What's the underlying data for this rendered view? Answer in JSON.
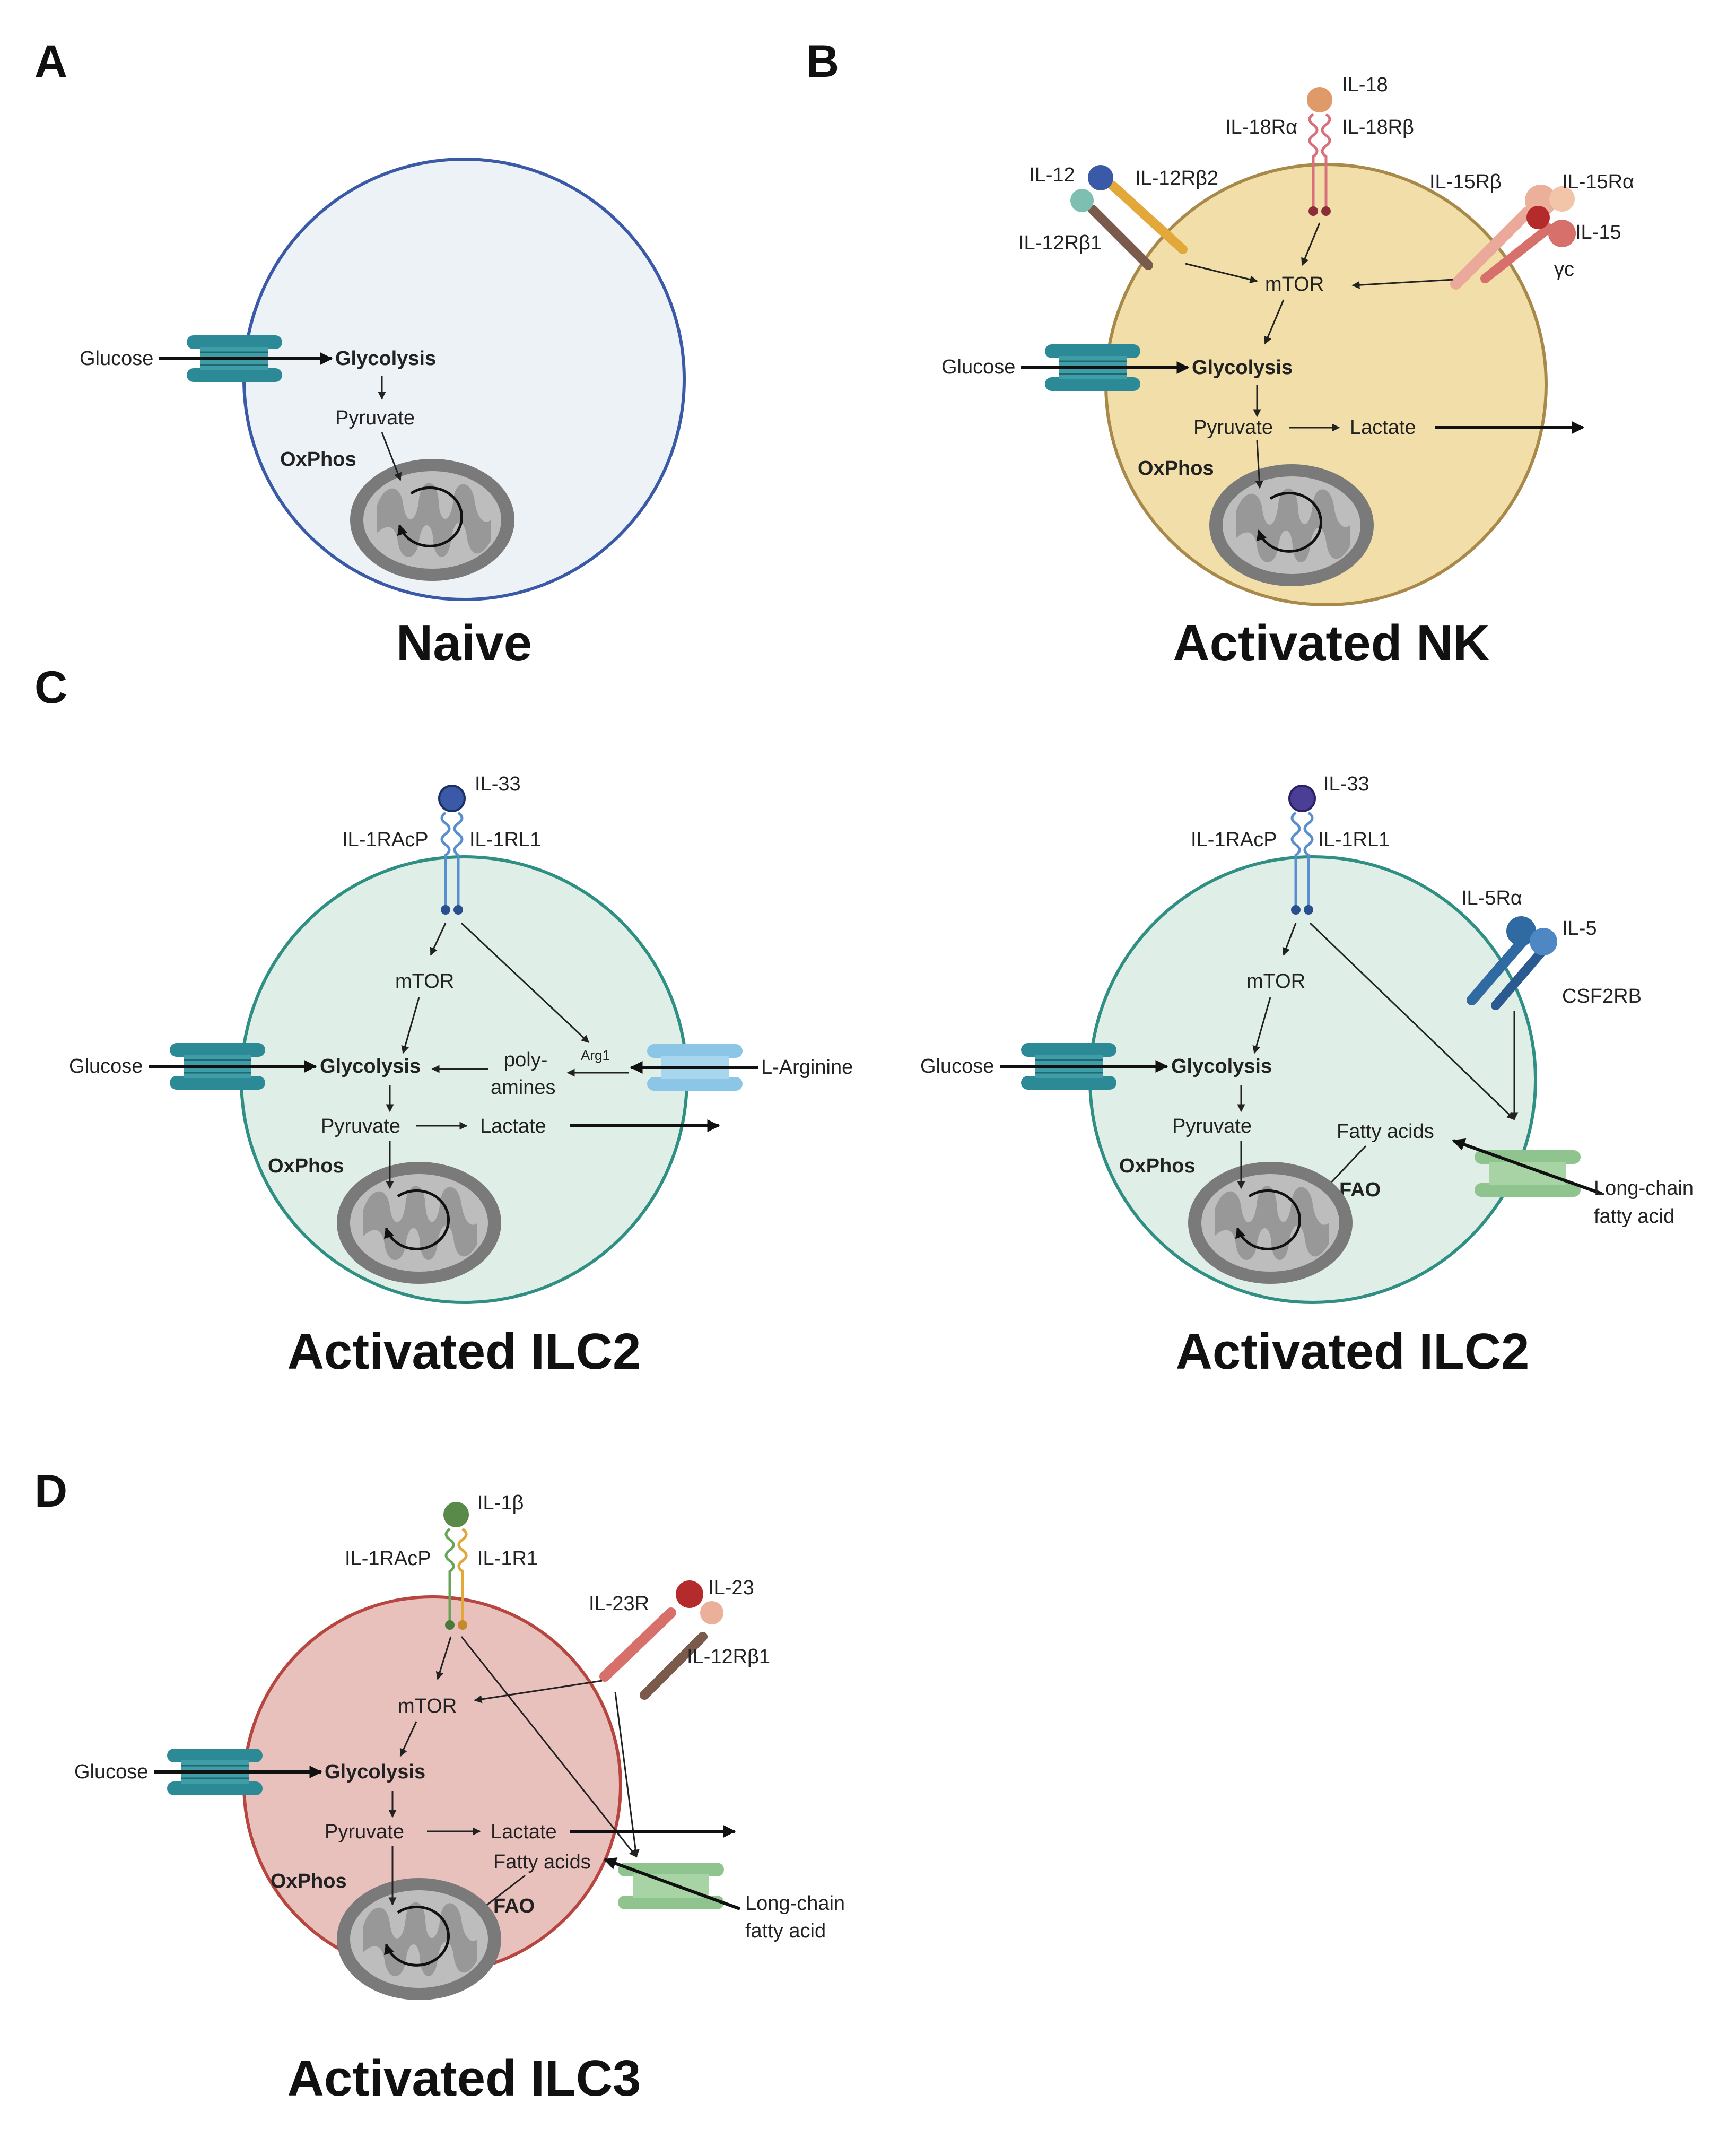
{
  "panels": [
    "A",
    "B",
    "C",
    "D"
  ],
  "titles": {
    "a": "Naive",
    "b": "Activated NK",
    "c1": "Activated ILC2",
    "c2": "Activated ILC2",
    "d": "Activated ILC3"
  },
  "labels": {
    "glucose": "Glucose",
    "glycolysis": "Glycolysis",
    "pyruvate": "Pyruvate",
    "oxphos": "OxPhos",
    "mtor": "mTOR",
    "lactate": "Lactate",
    "fatty_acids": "Fatty acids",
    "fao": "FAO",
    "lcfa": [
      "Long-chain",
      "fatty acid"
    ],
    "polyamines": [
      "poly-",
      "amines"
    ],
    "arg1": "Arg1",
    "l_arginine": "L-Arginine"
  },
  "receptors": {
    "il18": "IL-18",
    "il18ra": "IL-18Rα",
    "il18rb": "IL-18Rβ",
    "il12": "IL-12",
    "il12rb2": "IL-12Rβ2",
    "il12rb1": "IL-12Rβ1",
    "il15rb": "IL-15Rβ",
    "il15ra": "IL-15Rα",
    "il15": "IL-15",
    "gc": "γc",
    "il33": "IL-33",
    "il1racp": "IL-1RAcP",
    "il1rl1": "IL-1RL1",
    "il5ra": "IL-5Rα",
    "il5": "IL-5",
    "csf2rb": "CSF2RB",
    "il1b": "IL-1β",
    "il1r1": "IL-1R1",
    "il23r": "IL-23R",
    "il23": "IL-23"
  },
  "colors": {
    "naive_fill": "#edf2f7",
    "naive_stroke": "#3a5aa8",
    "nk_fill": "#f1dea8",
    "nk_stroke": "#a8894a",
    "ilc2_fill": "#e0eee8",
    "ilc2_stroke": "#2f8f82",
    "ilc3_fill": "#e8c0bc",
    "ilc3_stroke": "#b6463f",
    "glut": "#2c8a96",
    "fa_transporter": "#8fc48e",
    "arg_transporter": "#8cc6e6"
  }
}
